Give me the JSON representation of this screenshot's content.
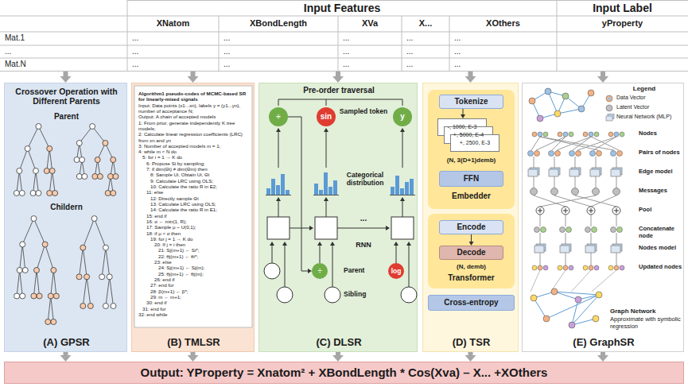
{
  "diagram": {
    "nodes": [
      {
        "text": [
          "Input Features",
          "Input Label",
          "XNatom",
          "XBondLength",
          "XVa",
          "X...",
          "XOthers",
          "yProperty",
          "Mat.1",
          "...",
          "Mat.N",
          "...",
          "...",
          "...",
          "...",
          "...",
          "...",
          "...",
          "...",
          "...",
          "...",
          "...",
          "...",
          "...",
          "...",
          "..."
        ]
      },
      {
        "text": [
          "Crossover Operation with Different Parents",
          "Parent",
          "Childern",
          "(A) GPSR"
        ]
      },
      {
        "text": [
          "Algorithm1 pseudo-codes of MCMC-based SR for linearly-mixed signals",
          "Input: Data points (x1...xn), labels y = (y1...yn), number of acceptance N;",
          "Output: A chain of accepted models",
          "1: From prior, generate independently K tree models;",
          "2: Calculate linear regression coefficients (LRC) from xn and yn",
          "3: Number of accepted models m = 1;",
          "4: while m < N do",
          "5: for i = 1 → K do",
          "6: Propose Si by sampling;",
          "7: if dim(Θi) ≠ dim(Θm) then",
          "8: Sample Ui, Obtain Ui, Θi",
          "9: Calculate LRC using OLS;",
          "10: Calculate the ratio R in E2;",
          "11: else",
          "12: Directly sample Θi",
          "13: Calculate LRC using OLS;",
          "14: Calculate the ratio R in E1;",
          "15: end if",
          "16: α ← min(1, R);",
          "17: Sample μ ~ U(0,1);",
          "18: if μ < α then",
          "19: for j = 1 → K do",
          "20: If j = i then",
          "21: Sj(m+1) ← Si*;",
          "22: θj(m+1) ← θi*;",
          "23: else",
          "24: Sj(m+1) ← Sj(m);",
          "25: θj(m+1) ← θj(m);",
          "26: end if",
          "27: end for",
          "28: β(m+1) ← β*;",
          "29: m ← m+1;",
          "30: end if",
          "31: end for",
          "32: end while",
          "(B) TMLSR"
        ]
      },
      {
        "text": [
          "Pre-order traversal",
          "Sampled token",
          "Categorical distribution",
          "RNN",
          "...",
          "Parent",
          "Sibling",
          "(C) DLSR"
        ]
      },
      {
        "text": [
          "÷"
        ],
        "in": 3
      },
      {
        "text": [
          "sin"
        ],
        "in": 3
      },
      {
        "text": [
          "y"
        ],
        "in": 3
      },
      {
        "text": [
          "÷"
        ],
        "in": 3
      },
      {
        "text": [
          "log"
        ],
        "in": 3
      },
      {
        "text": [
          "(D) TSR"
        ]
      },
      {
        "text": [
          "(N, 3(D+1)demb)",
          "Embedder"
        ],
        "in": 9
      },
      {
        "text": [
          "Tokenize"
        ],
        "in": 10
      },
      {
        "text": [
          "-, 1000, E-3"
        ],
        "in": 10
      },
      {
        "text": [
          "+, 5000, E-4"
        ],
        "in": 10
      },
      {
        "text": [
          "+, 2500, E-3"
        ],
        "in": 10
      },
      {
        "text": [
          "FFN"
        ],
        "in": 10
      },
      {
        "text": [
          "(N, demb)",
          "Transformer"
        ],
        "in": 9
      },
      {
        "text": [
          "Encode"
        ],
        "in": 16
      },
      {
        "text": [
          "Decode"
        ],
        "in": 16
      },
      {
        "text": [
          "Cross-entropy"
        ],
        "in": 9
      },
      {
        "text": [
          "Legend",
          "Nodes",
          "Pairs of nodes",
          "Edge model",
          "Messages",
          "Pool",
          "Concatenate node",
          "Nodes model",
          "Updated nodes",
          "Graph Network",
          "Approximate with symbolic regression",
          "(E) GraphSR"
        ]
      },
      {
        "text": [
          "Output: YProperty = Xnatom² + XBondLength * Cos(Xva) – X... +XOthers"
        ]
      }
    ],
    "edges": [
      {
        "from": 0,
        "to": 1,
        "arrow": "to"
      },
      {
        "from": 0,
        "to": 2,
        "arrow": "to"
      },
      {
        "from": 0,
        "to": 3,
        "arrow": "to"
      },
      {
        "from": 0,
        "to": 9,
        "arrow": "to"
      },
      {
        "from": 0,
        "to": 20,
        "arrow": "to"
      },
      {
        "from": 1,
        "to": 21,
        "arrow": "to"
      },
      {
        "from": 2,
        "to": 21,
        "arrow": "to"
      },
      {
        "from": 3,
        "to": 21,
        "arrow": "to"
      },
      {
        "from": 9,
        "to": 21,
        "arrow": "to"
      },
      {
        "from": 20,
        "to": 21,
        "arrow": "to"
      },
      {
        "from": 4,
        "to": 7,
        "arrow": "to"
      },
      {
        "from": 11,
        "to": 12,
        "arrow": "to"
      },
      {
        "from": 17,
        "to": 18,
        "arrow": "to"
      }
    ],
    "legend": [
      {
        "text": "Data Vector"
      },
      {
        "text": "Latent Vector"
      },
      {
        "text": "Neural Network (MLP)"
      }
    ]
  }
}
